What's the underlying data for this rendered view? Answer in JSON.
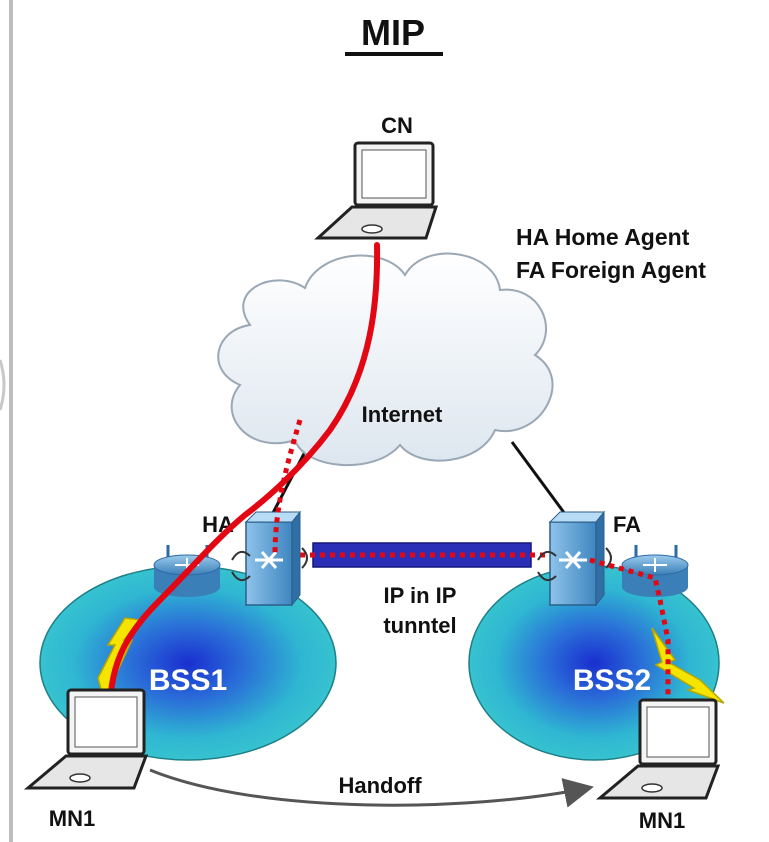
{
  "title": "MIP",
  "legend": {
    "line1": "HA Home Agent",
    "line2": "FA Foreign Agent"
  },
  "nodes": {
    "cn": "CN",
    "internet": "Internet",
    "ha": "HA",
    "fa": "FA",
    "bss1": "BSS1",
    "bss2": "BSS2",
    "mn1_left": "MN1",
    "mn1_right": "MN1"
  },
  "tunnel": {
    "line1": "IP in IP",
    "line2": "tunntel"
  },
  "handoff": "Handoff",
  "colors": {
    "path_red": "#e30613",
    "tunnel_blue": "#2b2fb8",
    "bss_cyan": "#38c6d0",
    "bss_glow": "#1b3cc8",
    "router_blue": "#4a8fc4",
    "switch_blue": "#5b9fd4",
    "lightning": "#f5e400",
    "cloud": "#eef3f8"
  }
}
